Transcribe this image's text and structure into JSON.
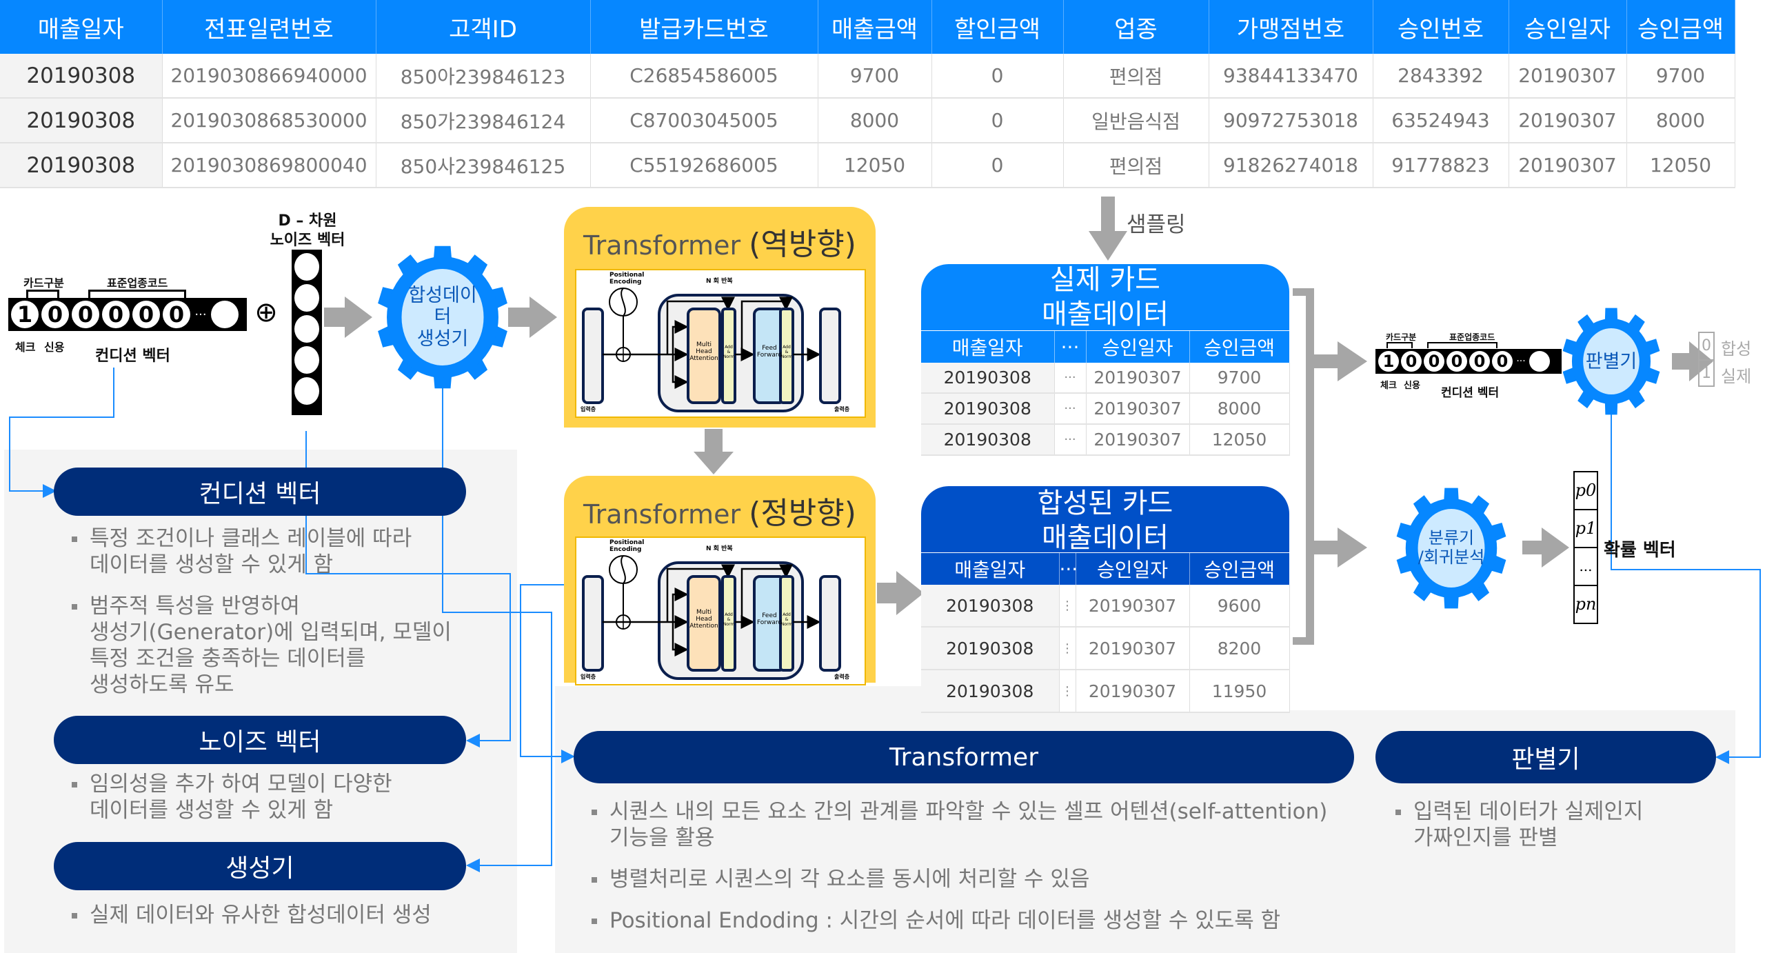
{
  "top_table": {
    "headers": [
      "매출일자",
      "전표일련번호",
      "고객ID",
      "발급카드번호",
      "매출금액",
      "할인금액",
      "업종",
      "가맹점번호",
      "승인번호",
      "승인일자",
      "승인금액"
    ],
    "rows": [
      [
        "20190308",
        "2019030866940000",
        "850아239846123",
        "C26854586005",
        "9700",
        "0",
        "편의점",
        "93844133470",
        "2843392",
        "20190307",
        "9700"
      ],
      [
        "20190308",
        "2019030868530000",
        "850가239846124",
        "C87003045005",
        "8000",
        "0",
        "일반음식점",
        "90972753018",
        "63524943",
        "20190307",
        "8000"
      ],
      [
        "20190308",
        "2019030869800040",
        "850사239846125",
        "C55192686005",
        "12050",
        "0",
        "편의점",
        "91826274018",
        "91778823",
        "20190307",
        "12050"
      ]
    ]
  },
  "condition_vector": {
    "card_type_label": "카드구분",
    "industry_code_label": "표준업종코드",
    "cells": [
      "1",
      "0",
      "0",
      "0",
      "0",
      "0"
    ],
    "ellipsis": "···",
    "check_label": "체크",
    "credit_label": "신용",
    "title": "컨디션 벡터"
  },
  "concat_symbol": "⊕",
  "noise_vector": {
    "line1": "D – 차원",
    "line2": "노이즈 벡터"
  },
  "generator_gear": {
    "label": "합성데이\n터\n생성기"
  },
  "transformer_reverse": {
    "title_en": "Transformer ",
    "title_ko": "(역방향)",
    "positional": "Positional\nEncoding",
    "repeat": "N 회 반복",
    "mha": "Multi\nHead\nAttention",
    "addnorm": "Add\n&\nNorm",
    "ff": "Feed\nForward",
    "input": "입력층",
    "output": "출력층"
  },
  "transformer_forward": {
    "title_en": "Transformer ",
    "title_ko": "(정방향)",
    "positional": "Positional\nEncoding",
    "repeat": "N 회 반복",
    "mha": "Multi\nHead\nAttention",
    "addnorm": "Add\n&\nNorm",
    "ff": "Feed\nForward",
    "input": "입력층",
    "output": "출력층"
  },
  "sampling_label": "샘플링",
  "real_table": {
    "title_line1": "실제 카드",
    "title_line2": "매출데이터",
    "headers": [
      "매출일자",
      "···",
      "승인일자",
      "승인금액"
    ],
    "rows": [
      [
        "20190308",
        "···",
        "20190307",
        "9700"
      ],
      [
        "20190308",
        "···",
        "20190307",
        "8000"
      ],
      [
        "20190308",
        "···",
        "20190307",
        "12050"
      ]
    ]
  },
  "synthetic_table": {
    "title_line1": "합성된 카드",
    "title_line2": "매출데이터",
    "headers": [
      "매출일자",
      "···",
      "승인일자",
      "승인금액"
    ],
    "rows": [
      [
        "20190308",
        "⋮",
        "20190307",
        "9600"
      ],
      [
        "20190308",
        "⋮",
        "20190307",
        "8200"
      ],
      [
        "20190308",
        "⋮",
        "20190307",
        "11950"
      ]
    ]
  },
  "discriminator_gear": {
    "label": "판별기"
  },
  "discriminator_output": [
    {
      "value": "0",
      "label": "합성"
    },
    {
      "value": "1",
      "label": "실제"
    }
  ],
  "classifier_gear": {
    "label": "분류기\n/회귀분석"
  },
  "probability_vector": {
    "cells": [
      "p0",
      "p1",
      "...",
      "pn"
    ],
    "label": "확률 벡터"
  },
  "legend_left": [
    {
      "title": "컨디션 벡터",
      "bullets": [
        "특정 조건이나 클래스 레이블에 따라\n데이터를 생성할 수 있게 함",
        "범주적 특성을 반영하여\n생성기(Generator)에 입력되며, 모델이\n특정 조건을 충족하는 데이터를\n생성하도록 유도"
      ]
    },
    {
      "title": "노이즈 벡터",
      "bullets": [
        "임의성을 추가 하여 모델이 다양한\n데이터를 생성할 수 있게 함"
      ]
    },
    {
      "title": "생성기",
      "bullets": [
        "실제 데이터와 유사한 합성데이터 생성"
      ]
    }
  ],
  "legend_transformer": {
    "title": "Transformer",
    "bullets": [
      "시퀀스 내의 모든 요소 간의 관계를 파악할 수 있는 셀프 어텐션(self-attention)\n기능을 활용",
      "병렬처리로 시퀀스의 각 요소를 동시에 처리할 수 있음",
      "Positional Endoding : 시간의 순서에 따라 데이터를 생성할 수 있도록 함"
    ]
  },
  "legend_discriminator": {
    "title": "판별기",
    "bullets": [
      "입력된 데이터가 실제인지\n가짜인지를 판별"
    ]
  },
  "colors": {
    "header_blue": "#0687ff",
    "synthetic_blue": "#0050c8",
    "pill_navy": "#002d79",
    "gear_blue": "#0687ff",
    "gear_fill": "#cdeaff",
    "transformer_yellow": "#ffd24a",
    "arrow_gray": "#a6a6a6",
    "connector_blue": "#1a8cff"
  }
}
